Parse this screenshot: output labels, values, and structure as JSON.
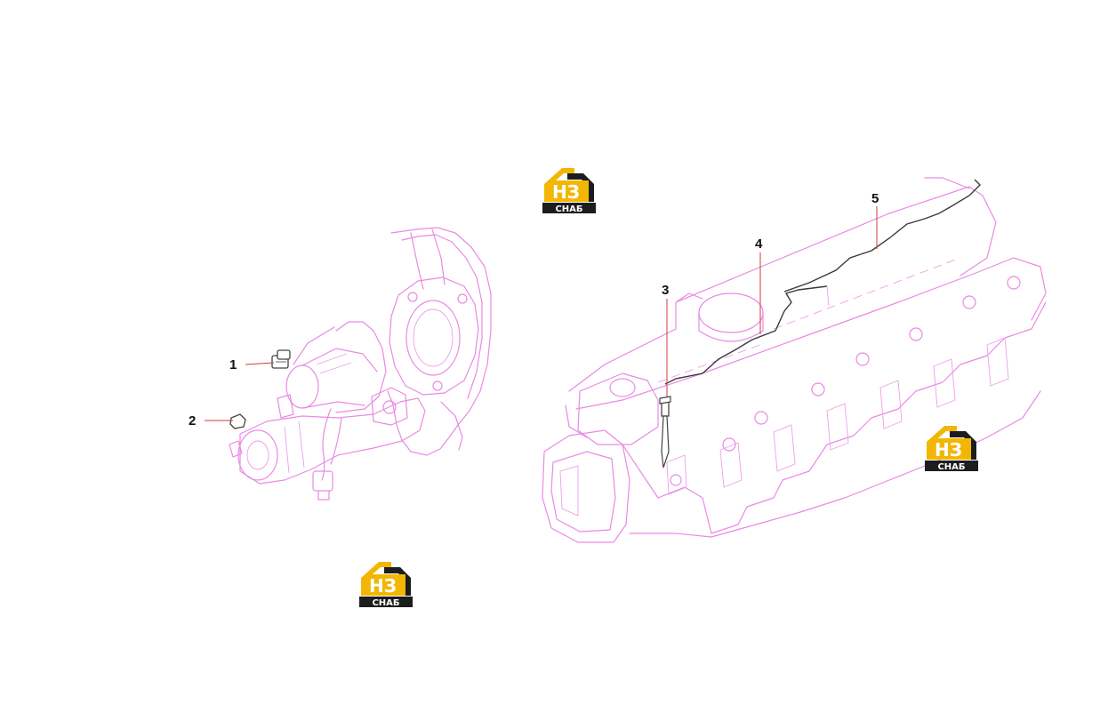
{
  "callouts": [
    {
      "id": "1",
      "label": "1"
    },
    {
      "id": "2",
      "label": "2"
    },
    {
      "id": "3",
      "label": "3"
    },
    {
      "id": "4",
      "label": "4"
    },
    {
      "id": "5",
      "label": "5"
    }
  ],
  "watermark": {
    "mark": "НЗ",
    "caption": "СНАБ"
  },
  "colors": {
    "linework": "#e98ae3",
    "leader": "#d43a3a",
    "logo_yellow": "#f2b705",
    "logo_dark": "#1d1d1d"
  }
}
